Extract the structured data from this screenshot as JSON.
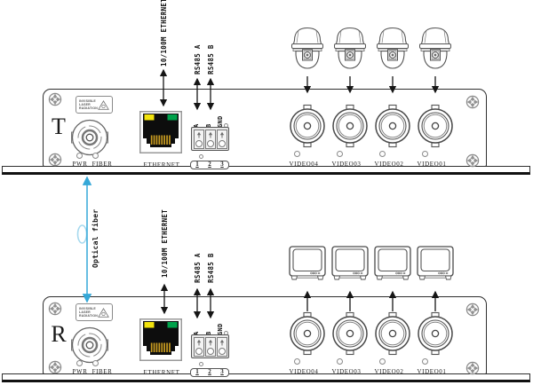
{
  "colors": {
    "fiber_line": "#35a8d8",
    "fiber_loop": "#a6d9ee",
    "led_yellow": "#f2e30c",
    "led_green": "#00a24b",
    "rj45_pins": "#c79a20",
    "arrow": "#161616"
  },
  "link": {
    "label": "Optical fiber"
  },
  "devices": [
    {
      "role": "transmitter",
      "letter": "T",
      "laser_warning": [
        "INVISIBLE",
        "LASER",
        "RADIATION"
      ],
      "led_labels": {
        "pwr": "PWR",
        "fiber": "FIBER"
      },
      "ethernet_port_label": "ETHERNET",
      "terminal_pin_labels": {
        "a": "A",
        "b": "B",
        "gnd": "GND"
      },
      "terminal_numbers": [
        "1",
        "2",
        "3"
      ],
      "video_port_labels": [
        "VIDEO04",
        "VIDEO03",
        "VIDEO02",
        "VIDEO01"
      ],
      "arrow_labels": {
        "ethernet": "10/100M ETHERNET",
        "rs485_a": "RS485 A",
        "rs485_b": "RS485 B"
      }
    },
    {
      "role": "receiver",
      "letter": "R",
      "laser_warning": [
        "INVISIBLE",
        "LASER",
        "RADIATION"
      ],
      "led_labels": {
        "pwr": "PWR",
        "fiber": "FIBER"
      },
      "ethernet_port_label": "ETHERNET",
      "terminal_pin_labels": {
        "a": "A",
        "b": "B",
        "gnd": "GND"
      },
      "terminal_numbers": [
        "1",
        "2",
        "3"
      ],
      "video_port_labels": [
        "VIDEO04",
        "VIDEO03",
        "VIDEO02",
        "VIDEO01"
      ],
      "arrow_labels": {
        "ethernet": "10/100M ETHERNET",
        "rs485_a": "RS485 A",
        "rs485_b": "RS485 B"
      }
    }
  ],
  "peripherals": {
    "top_icons": "ptz-dome-camera",
    "bottom_icons": "crt-monitor",
    "count_each": 4
  }
}
